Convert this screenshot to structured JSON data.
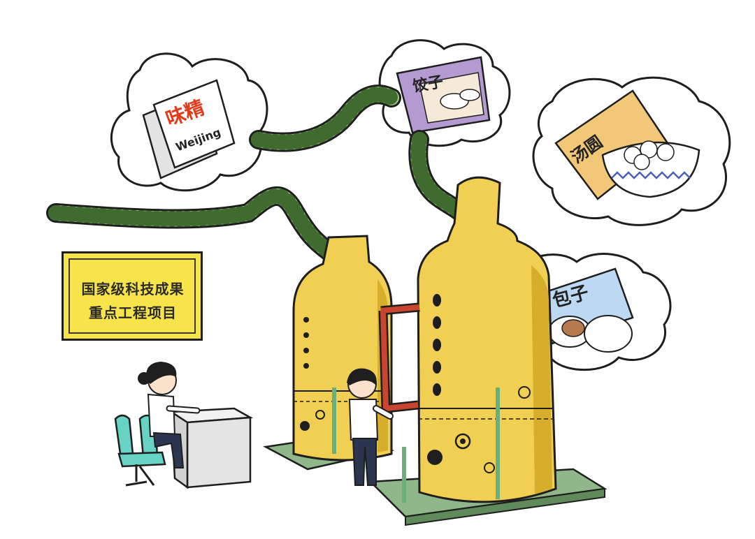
{
  "colors": {
    "tower": "#f0cf52",
    "tower_shade": "#d7ad2c",
    "pipe": "#9fcb86",
    "pipe_dark": "#3f6b2e",
    "connector": "#c8452f",
    "base": "#8fb78a",
    "sign": "#f6e44a",
    "chair": "#67d3c4",
    "dumpling_pack": "#b39ad0",
    "tangyuan_pack": "#f2c777",
    "baozi_pack": "#bcd8f2"
  },
  "sign": {
    "line1": "国家级科技成果",
    "line2": "重点工程项目"
  },
  "bubbles": {
    "weijing": {
      "brand_cn": "味精",
      "brand_en": "Weijing"
    },
    "jiaozi": {
      "label": "饺子"
    },
    "tangyuan": {
      "label": "汤圆"
    },
    "baozi": {
      "label": "包子"
    }
  },
  "icons": [
    "msg-packet-icon",
    "dumpling-bag-icon",
    "tangyuan-bag-icon",
    "bowl-icon",
    "bun-bag-icon",
    "bun-icon"
  ]
}
